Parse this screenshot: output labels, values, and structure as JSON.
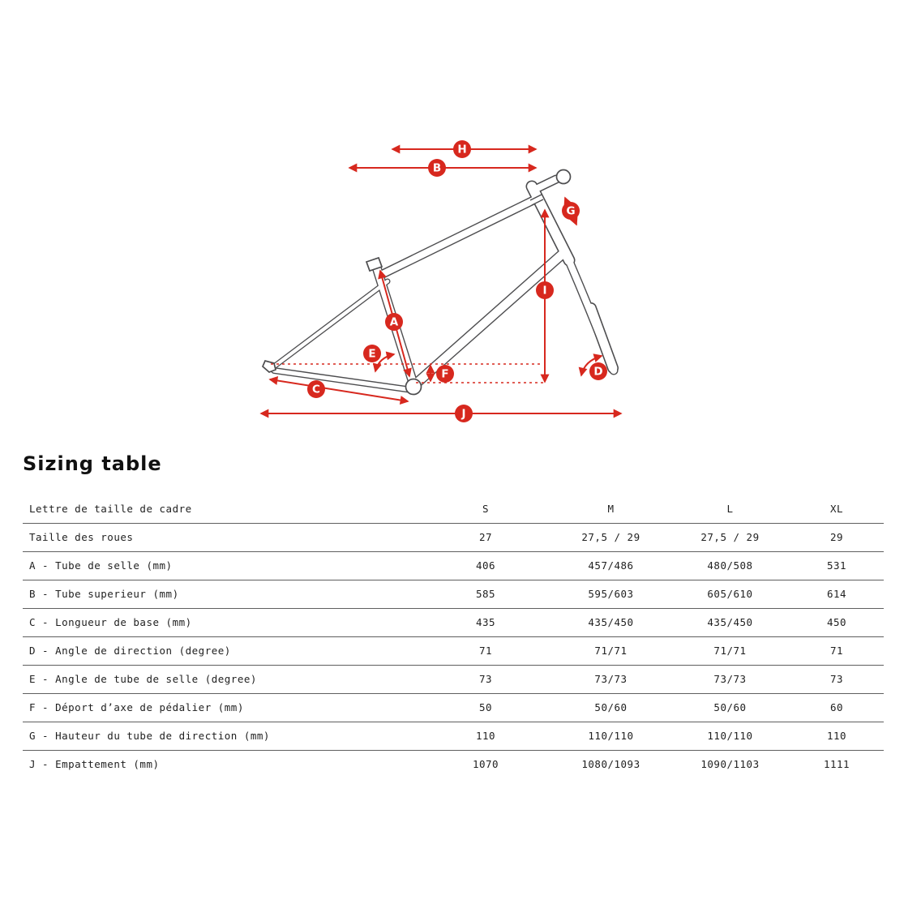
{
  "page": {
    "title": "Sizing table"
  },
  "colors": {
    "accent_red": "#d7281e",
    "frame_gray": "#4d4d4f"
  },
  "diagram": {
    "description": "bike-frame-geometry-diagram",
    "badges": [
      {
        "letter": "H"
      },
      {
        "letter": "B"
      },
      {
        "letter": "G"
      },
      {
        "letter": "I"
      },
      {
        "letter": "A"
      },
      {
        "letter": "E"
      },
      {
        "letter": "F"
      },
      {
        "letter": "C"
      },
      {
        "letter": "D"
      },
      {
        "letter": "J"
      }
    ]
  },
  "table": {
    "header": {
      "label": "Lettre de taille de cadre",
      "columns": [
        "S",
        "M",
        "L",
        "XL"
      ]
    },
    "rows": [
      {
        "label": "Taille des roues",
        "values": [
          "27",
          "27,5 / 29",
          "27,5 / 29",
          "29"
        ]
      },
      {
        "label": "A - Tube de selle (mm)",
        "values": [
          "406",
          "457/486",
          "480/508",
          "531"
        ]
      },
      {
        "label": "B - Tube superieur (mm)",
        "values": [
          "585",
          "595/603",
          "605/610",
          "614"
        ]
      },
      {
        "label": "C - Longueur de base (mm)",
        "values": [
          "435",
          "435/450",
          "435/450",
          "450"
        ]
      },
      {
        "label": "D - Angle de direction (degree)",
        "values": [
          "71",
          "71/71",
          "71/71",
          "71"
        ]
      },
      {
        "label": "E - Angle de tube de selle (degree)",
        "values": [
          "73",
          "73/73",
          "73/73",
          "73"
        ]
      },
      {
        "label": "F - Déport d’axe de pédalier (mm)",
        "values": [
          "50",
          "50/60",
          "50/60",
          "60"
        ]
      },
      {
        "label": "G - Hauteur du tube de direction (mm)",
        "values": [
          "110",
          "110/110",
          "110/110",
          "110"
        ]
      },
      {
        "label": "J - Empattement (mm)",
        "values": [
          "1070",
          "1080/1093",
          "1090/1103",
          "1111"
        ]
      }
    ]
  }
}
